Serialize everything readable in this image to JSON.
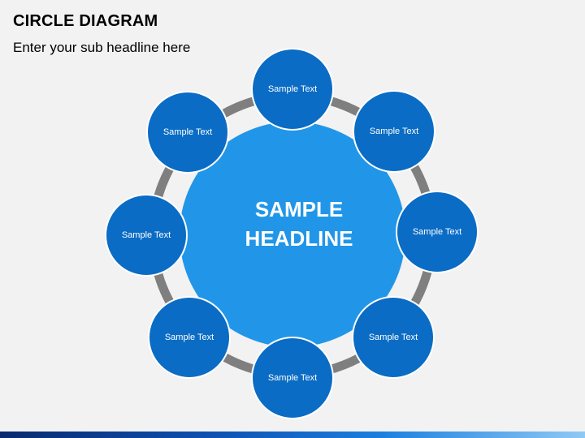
{
  "title": "CIRCLE DIAGRAM",
  "subtitle": "Enter your sub headline here",
  "center": {
    "line1": "SAMPLE",
    "line2": "HEADLINE"
  },
  "nodes": [
    {
      "label": "Sample Text"
    },
    {
      "label": "Sample Text"
    },
    {
      "label": "Sample Text"
    },
    {
      "label": "Sample Text"
    },
    {
      "label": "Sample Text"
    },
    {
      "label": "Sample Text"
    },
    {
      "label": "Sample Text"
    },
    {
      "label": "Sample Text"
    }
  ],
  "colors": {
    "background": "#f2f2f2",
    "center_fill": "#2196e8",
    "node_fill": "#0a6cc4",
    "node_stroke": "#ffffff",
    "ring": "#7f7f7f",
    "bottom_bar": "#0d4fb0"
  }
}
